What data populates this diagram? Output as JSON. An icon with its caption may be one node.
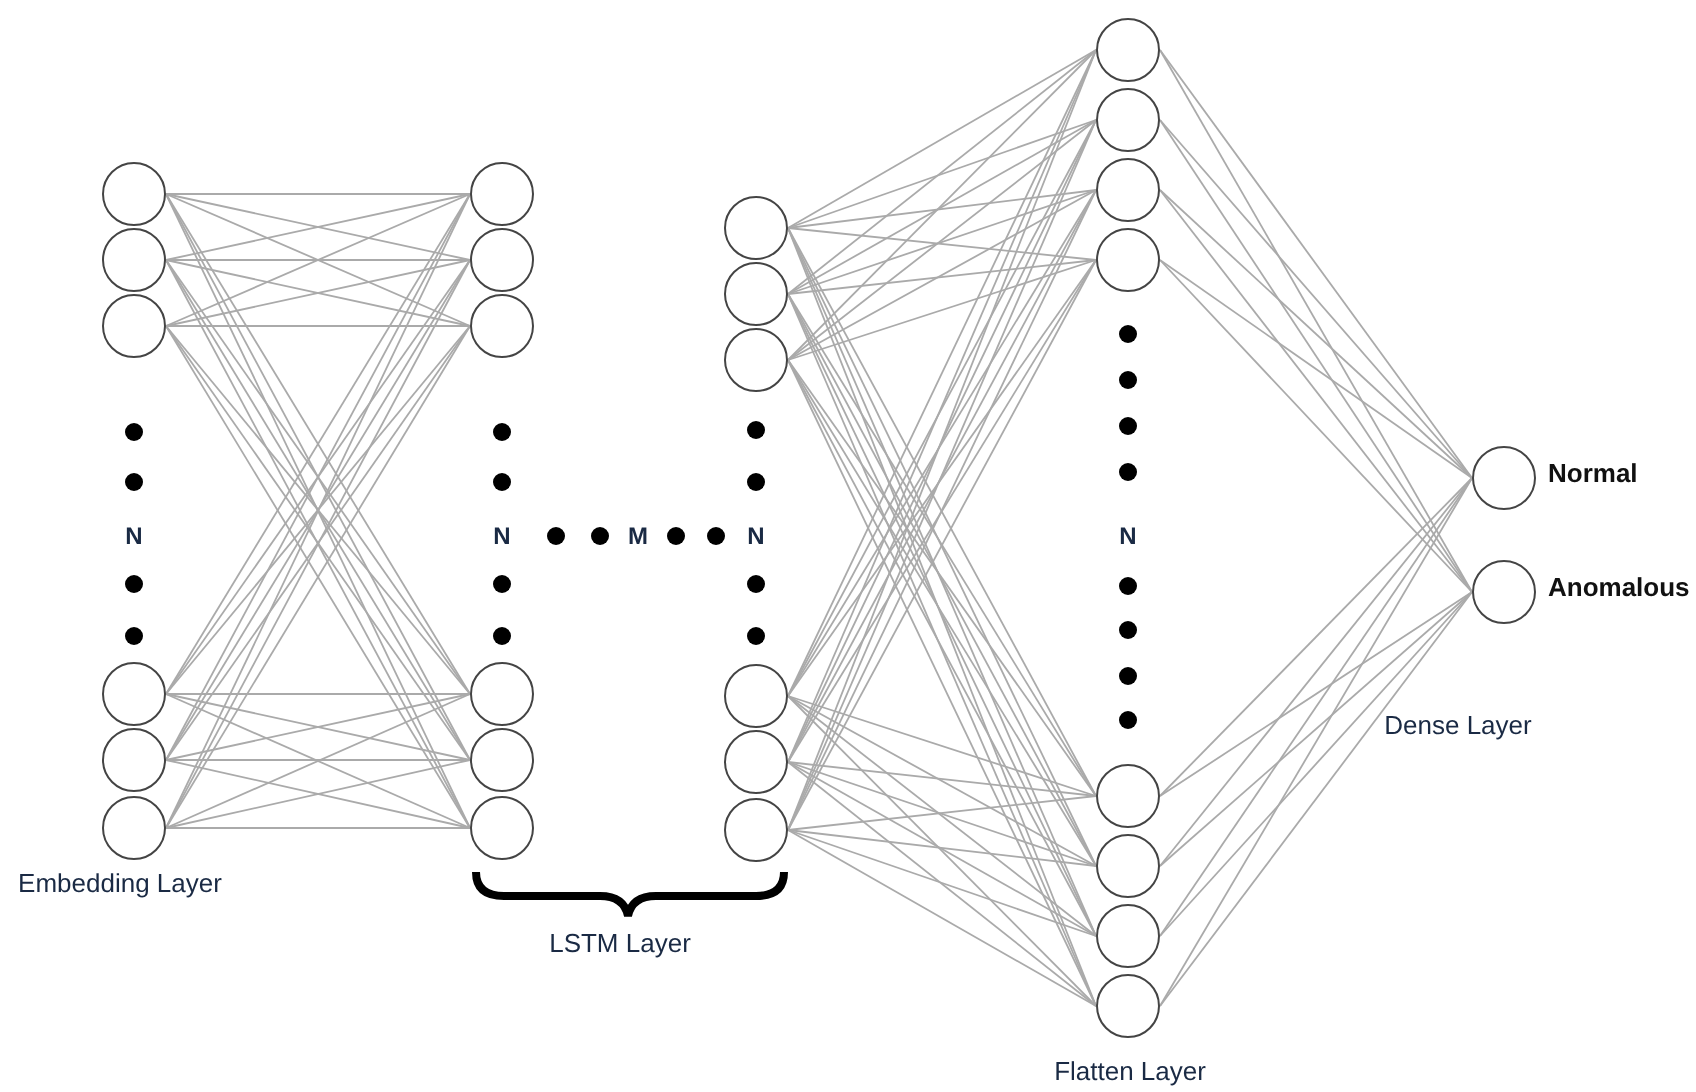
{
  "diagram": {
    "nodes": [
      {
        "text": [],
        "shape": "circle"
      },
      {
        "text": [],
        "shape": "circle"
      },
      {
        "text": [],
        "shape": "circle"
      },
      {
        "text": [],
        "shape": "circle"
      },
      {
        "text": [],
        "shape": "circle"
      },
      {
        "text": [],
        "shape": "circle"
      },
      {
        "text": [],
        "shape": "circle"
      },
      {
        "text": [],
        "shape": "circle"
      },
      {
        "text": [],
        "shape": "circle"
      },
      {
        "text": [],
        "shape": "circle"
      },
      {
        "text": [],
        "shape": "circle"
      },
      {
        "text": [],
        "shape": "circle"
      },
      {
        "text": [],
        "shape": "circle"
      },
      {
        "text": [],
        "shape": "circle"
      },
      {
        "text": [],
        "shape": "circle"
      },
      {
        "text": [],
        "shape": "circle"
      },
      {
        "text": [],
        "shape": "circle"
      },
      {
        "text": [],
        "shape": "circle"
      },
      {
        "text": [],
        "shape": "circle"
      },
      {
        "text": [],
        "shape": "circle"
      },
      {
        "text": [],
        "shape": "circle"
      },
      {
        "text": [],
        "shape": "circle"
      },
      {
        "text": [],
        "shape": "circle"
      },
      {
        "text": [],
        "shape": "circle"
      },
      {
        "text": [],
        "shape": "circle"
      },
      {
        "text": [],
        "shape": "circle"
      },
      {
        "text": [],
        "shape": "circle",
        "beside": [
          "Normal"
        ]
      },
      {
        "text": [],
        "shape": "circle",
        "beside": [
          "Anomalous"
        ]
      }
    ],
    "edges": [
      {
        "from": 0,
        "to": 6,
        "arrow": "none"
      },
      {
        "from": 0,
        "to": 7,
        "arrow": "none"
      },
      {
        "from": 0,
        "to": 8,
        "arrow": "none"
      },
      {
        "from": 0,
        "to": 9,
        "arrow": "none"
      },
      {
        "from": 0,
        "to": 10,
        "arrow": "none"
      },
      {
        "from": 0,
        "to": 11,
        "arrow": "none"
      },
      {
        "from": 1,
        "to": 6,
        "arrow": "none"
      },
      {
        "from": 1,
        "to": 7,
        "arrow": "none"
      },
      {
        "from": 1,
        "to": 8,
        "arrow": "none"
      },
      {
        "from": 1,
        "to": 9,
        "arrow": "none"
      },
      {
        "from": 1,
        "to": 10,
        "arrow": "none"
      },
      {
        "from": 1,
        "to": 11,
        "arrow": "none"
      },
      {
        "from": 2,
        "to": 6,
        "arrow": "none"
      },
      {
        "from": 2,
        "to": 7,
        "arrow": "none"
      },
      {
        "from": 2,
        "to": 8,
        "arrow": "none"
      },
      {
        "from": 2,
        "to": 9,
        "arrow": "none"
      },
      {
        "from": 2,
        "to": 10,
        "arrow": "none"
      },
      {
        "from": 2,
        "to": 11,
        "arrow": "none"
      },
      {
        "from": 3,
        "to": 6,
        "arrow": "none"
      },
      {
        "from": 3,
        "to": 7,
        "arrow": "none"
      },
      {
        "from": 3,
        "to": 8,
        "arrow": "none"
      },
      {
        "from": 3,
        "to": 9,
        "arrow": "none"
      },
      {
        "from": 3,
        "to": 10,
        "arrow": "none"
      },
      {
        "from": 3,
        "to": 11,
        "arrow": "none"
      },
      {
        "from": 4,
        "to": 6,
        "arrow": "none"
      },
      {
        "from": 4,
        "to": 7,
        "arrow": "none"
      },
      {
        "from": 4,
        "to": 8,
        "arrow": "none"
      },
      {
        "from": 4,
        "to": 9,
        "arrow": "none"
      },
      {
        "from": 4,
        "to": 10,
        "arrow": "none"
      },
      {
        "from": 4,
        "to": 11,
        "arrow": "none"
      },
      {
        "from": 5,
        "to": 6,
        "arrow": "none"
      },
      {
        "from": 5,
        "to": 7,
        "arrow": "none"
      },
      {
        "from": 5,
        "to": 8,
        "arrow": "none"
      },
      {
        "from": 5,
        "to": 9,
        "arrow": "none"
      },
      {
        "from": 5,
        "to": 10,
        "arrow": "none"
      },
      {
        "from": 5,
        "to": 11,
        "arrow": "none"
      },
      {
        "from": 12,
        "to": 18,
        "arrow": "none"
      },
      {
        "from": 12,
        "to": 19,
        "arrow": "none"
      },
      {
        "from": 12,
        "to": 20,
        "arrow": "none"
      },
      {
        "from": 12,
        "to": 21,
        "arrow": "none"
      },
      {
        "from": 12,
        "to": 22,
        "arrow": "none"
      },
      {
        "from": 12,
        "to": 23,
        "arrow": "none"
      },
      {
        "from": 12,
        "to": 24,
        "arrow": "none"
      },
      {
        "from": 12,
        "to": 25,
        "arrow": "none"
      },
      {
        "from": 13,
        "to": 18,
        "arrow": "none"
      },
      {
        "from": 13,
        "to": 19,
        "arrow": "none"
      },
      {
        "from": 13,
        "to": 20,
        "arrow": "none"
      },
      {
        "from": 13,
        "to": 21,
        "arrow": "none"
      },
      {
        "from": 13,
        "to": 22,
        "arrow": "none"
      },
      {
        "from": 13,
        "to": 23,
        "arrow": "none"
      },
      {
        "from": 13,
        "to": 24,
        "arrow": "none"
      },
      {
        "from": 13,
        "to": 25,
        "arrow": "none"
      },
      {
        "from": 14,
        "to": 18,
        "arrow": "none"
      },
      {
        "from": 14,
        "to": 19,
        "arrow": "none"
      },
      {
        "from": 14,
        "to": 20,
        "arrow": "none"
      },
      {
        "from": 14,
        "to": 21,
        "arrow": "none"
      },
      {
        "from": 14,
        "to": 22,
        "arrow": "none"
      },
      {
        "from": 14,
        "to": 23,
        "arrow": "none"
      },
      {
        "from": 14,
        "to": 24,
        "arrow": "none"
      },
      {
        "from": 14,
        "to": 25,
        "arrow": "none"
      },
      {
        "from": 15,
        "to": 18,
        "arrow": "none"
      },
      {
        "from": 15,
        "to": 19,
        "arrow": "none"
      },
      {
        "from": 15,
        "to": 20,
        "arrow": "none"
      },
      {
        "from": 15,
        "to": 21,
        "arrow": "none"
      },
      {
        "from": 15,
        "to": 22,
        "arrow": "none"
      },
      {
        "from": 15,
        "to": 23,
        "arrow": "none"
      },
      {
        "from": 15,
        "to": 24,
        "arrow": "none"
      },
      {
        "from": 15,
        "to": 25,
        "arrow": "none"
      },
      {
        "from": 16,
        "to": 18,
        "arrow": "none"
      },
      {
        "from": 16,
        "to": 19,
        "arrow": "none"
      },
      {
        "from": 16,
        "to": 20,
        "arrow": "none"
      },
      {
        "from": 16,
        "to": 21,
        "arrow": "none"
      },
      {
        "from": 16,
        "to": 22,
        "arrow": "none"
      },
      {
        "from": 16,
        "to": 23,
        "arrow": "none"
      },
      {
        "from": 16,
        "to": 24,
        "arrow": "none"
      },
      {
        "from": 16,
        "to": 25,
        "arrow": "none"
      },
      {
        "from": 17,
        "to": 18,
        "arrow": "none"
      },
      {
        "from": 17,
        "to": 19,
        "arrow": "none"
      },
      {
        "from": 17,
        "to": 20,
        "arrow": "none"
      },
      {
        "from": 17,
        "to": 21,
        "arrow": "none"
      },
      {
        "from": 17,
        "to": 22,
        "arrow": "none"
      },
      {
        "from": 17,
        "to": 23,
        "arrow": "none"
      },
      {
        "from": 17,
        "to": 24,
        "arrow": "none"
      },
      {
        "from": 17,
        "to": 25,
        "arrow": "none"
      },
      {
        "from": 18,
        "to": 26,
        "arrow": "none"
      },
      {
        "from": 18,
        "to": 27,
        "arrow": "none"
      },
      {
        "from": 19,
        "to": 26,
        "arrow": "none"
      },
      {
        "from": 19,
        "to": 27,
        "arrow": "none"
      },
      {
        "from": 20,
        "to": 26,
        "arrow": "none"
      },
      {
        "from": 20,
        "to": 27,
        "arrow": "none"
      },
      {
        "from": 21,
        "to": 26,
        "arrow": "none"
      },
      {
        "from": 21,
        "to": 27,
        "arrow": "none"
      },
      {
        "from": 22,
        "to": 26,
        "arrow": "none"
      },
      {
        "from": 22,
        "to": 27,
        "arrow": "none"
      },
      {
        "from": 23,
        "to": 26,
        "arrow": "none"
      },
      {
        "from": 23,
        "to": 27,
        "arrow": "none"
      },
      {
        "from": 24,
        "to": 26,
        "arrow": "none"
      },
      {
        "from": 24,
        "to": 27,
        "arrow": "none"
      },
      {
        "from": 25,
        "to": 26,
        "arrow": "none"
      },
      {
        "from": 25,
        "to": 27,
        "arrow": "none"
      }
    ],
    "labels": [
      "N",
      "N",
      "M",
      "N",
      "N",
      "Dense Layer",
      "Embedding Layer",
      "LSTM Layer",
      "Flatten Layer"
    ]
  }
}
